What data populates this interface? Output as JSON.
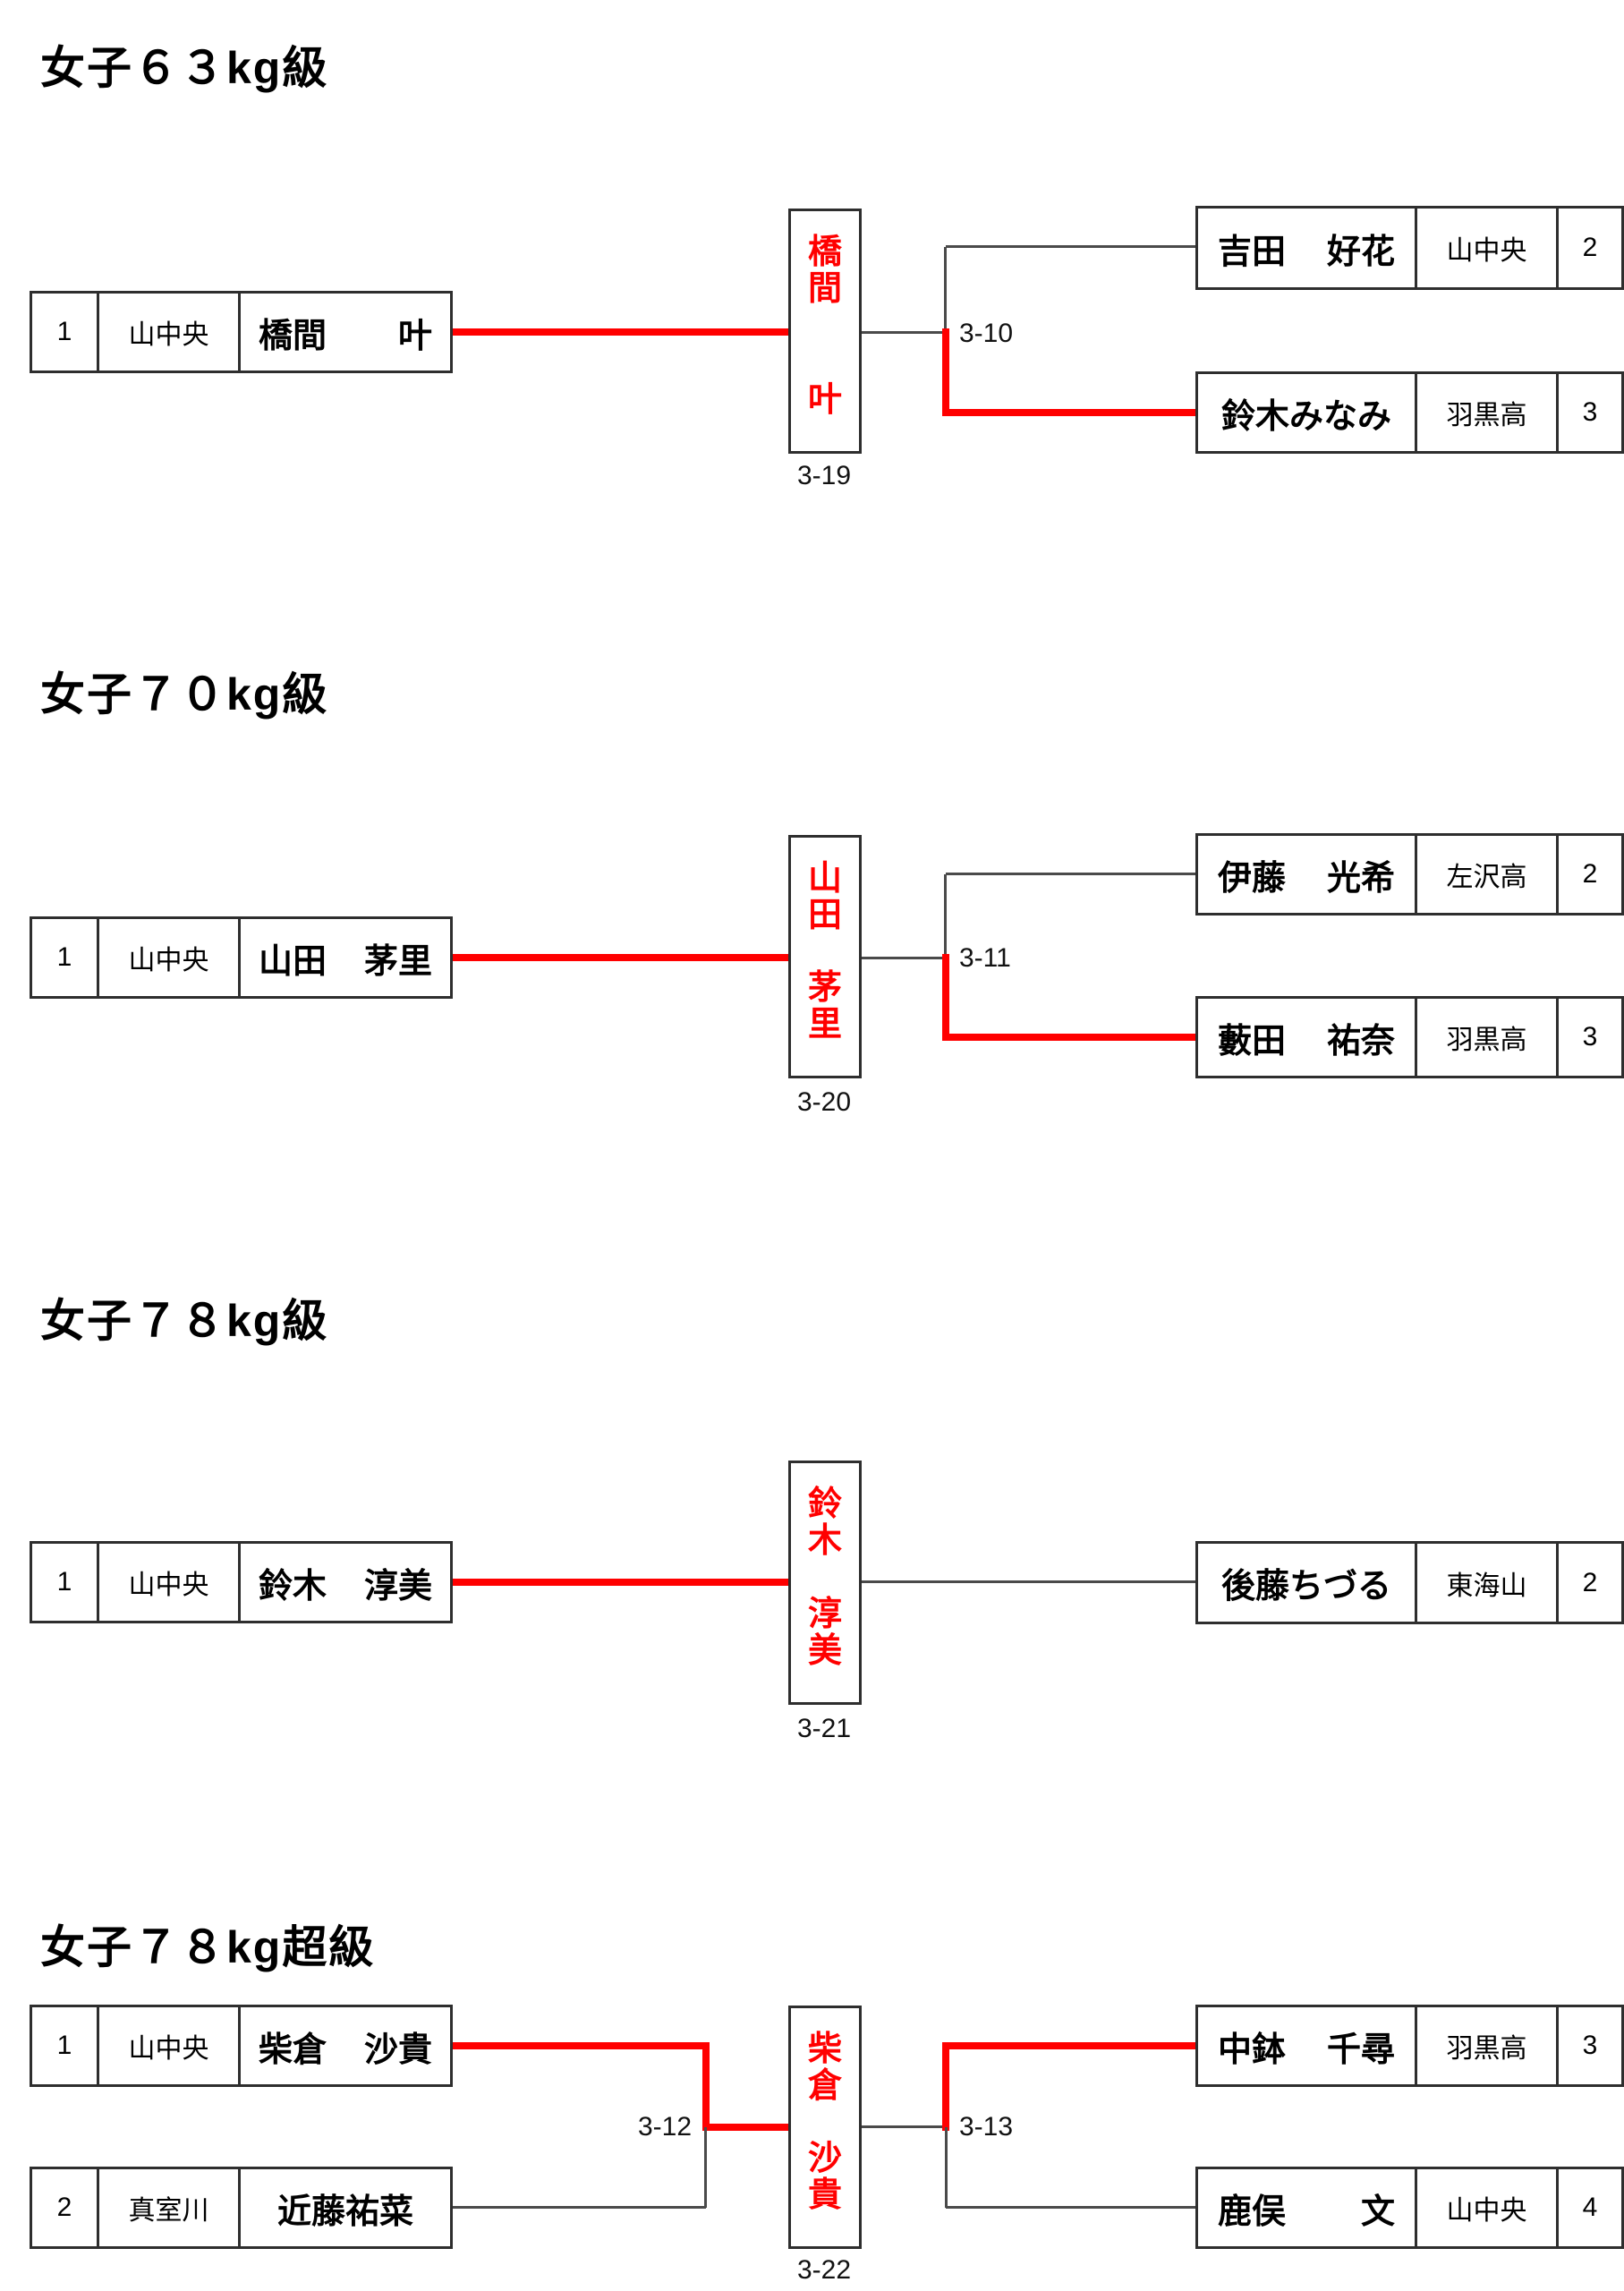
{
  "page": {
    "background": "#ffffff"
  },
  "colors": {
    "winner_path": "#ff0000",
    "bracket_line": "#4a4a4a",
    "box_border": "#2e2e2e",
    "text": "#000000"
  },
  "sections": [
    {
      "title": "女子６３kg級",
      "final": "3-19",
      "match": "3-10",
      "winner": {
        "family": "橋間",
        "given": "叶"
      },
      "left": {
        "seed": "1",
        "club": "山中央",
        "family": "橋間",
        "given": "叶"
      },
      "right1": {
        "family": "吉田",
        "given": "好花",
        "club": "山中央",
        "seed": "2"
      },
      "right2": {
        "name": "鈴木みなみ",
        "club": "羽黒高",
        "seed": "3"
      }
    },
    {
      "title": "女子７０kg級",
      "final": "3-20",
      "match": "3-11",
      "winner": {
        "family": "山田",
        "given": "茅里"
      },
      "left": {
        "seed": "1",
        "club": "山中央",
        "family": "山田",
        "given": "茅里"
      },
      "right1": {
        "family": "伊藤",
        "given": "光希",
        "club": "左沢高",
        "seed": "2"
      },
      "right2": {
        "family": "藪田",
        "given": "祐奈",
        "club": "羽黒高",
        "seed": "3"
      }
    },
    {
      "title": "女子７８kg級",
      "final": "3-21",
      "winner": {
        "family": "鈴木",
        "given": "淳美"
      },
      "left": {
        "seed": "1",
        "club": "山中央",
        "family": "鈴木",
        "given": "淳美"
      },
      "right1": {
        "name": "後藤ちづる",
        "club": "東海山",
        "seed": "2"
      }
    },
    {
      "title": "女子７８kg超級",
      "final": "3-22",
      "match_left": "3-12",
      "match_right": "3-13",
      "winner": {
        "family": "柴倉",
        "given": "沙貴"
      },
      "left1": {
        "seed": "1",
        "club": "山中央",
        "family": "柴倉",
        "given": "沙貴"
      },
      "left2": {
        "seed": "2",
        "club": "真室川",
        "name": "近藤祐菜"
      },
      "right1": {
        "family": "中鉢",
        "given": "千尋",
        "club": "羽黒高",
        "seed": "3"
      },
      "right2": {
        "family": "鹿俣",
        "given": "文",
        "club": "山中央",
        "seed": "4"
      }
    }
  ]
}
